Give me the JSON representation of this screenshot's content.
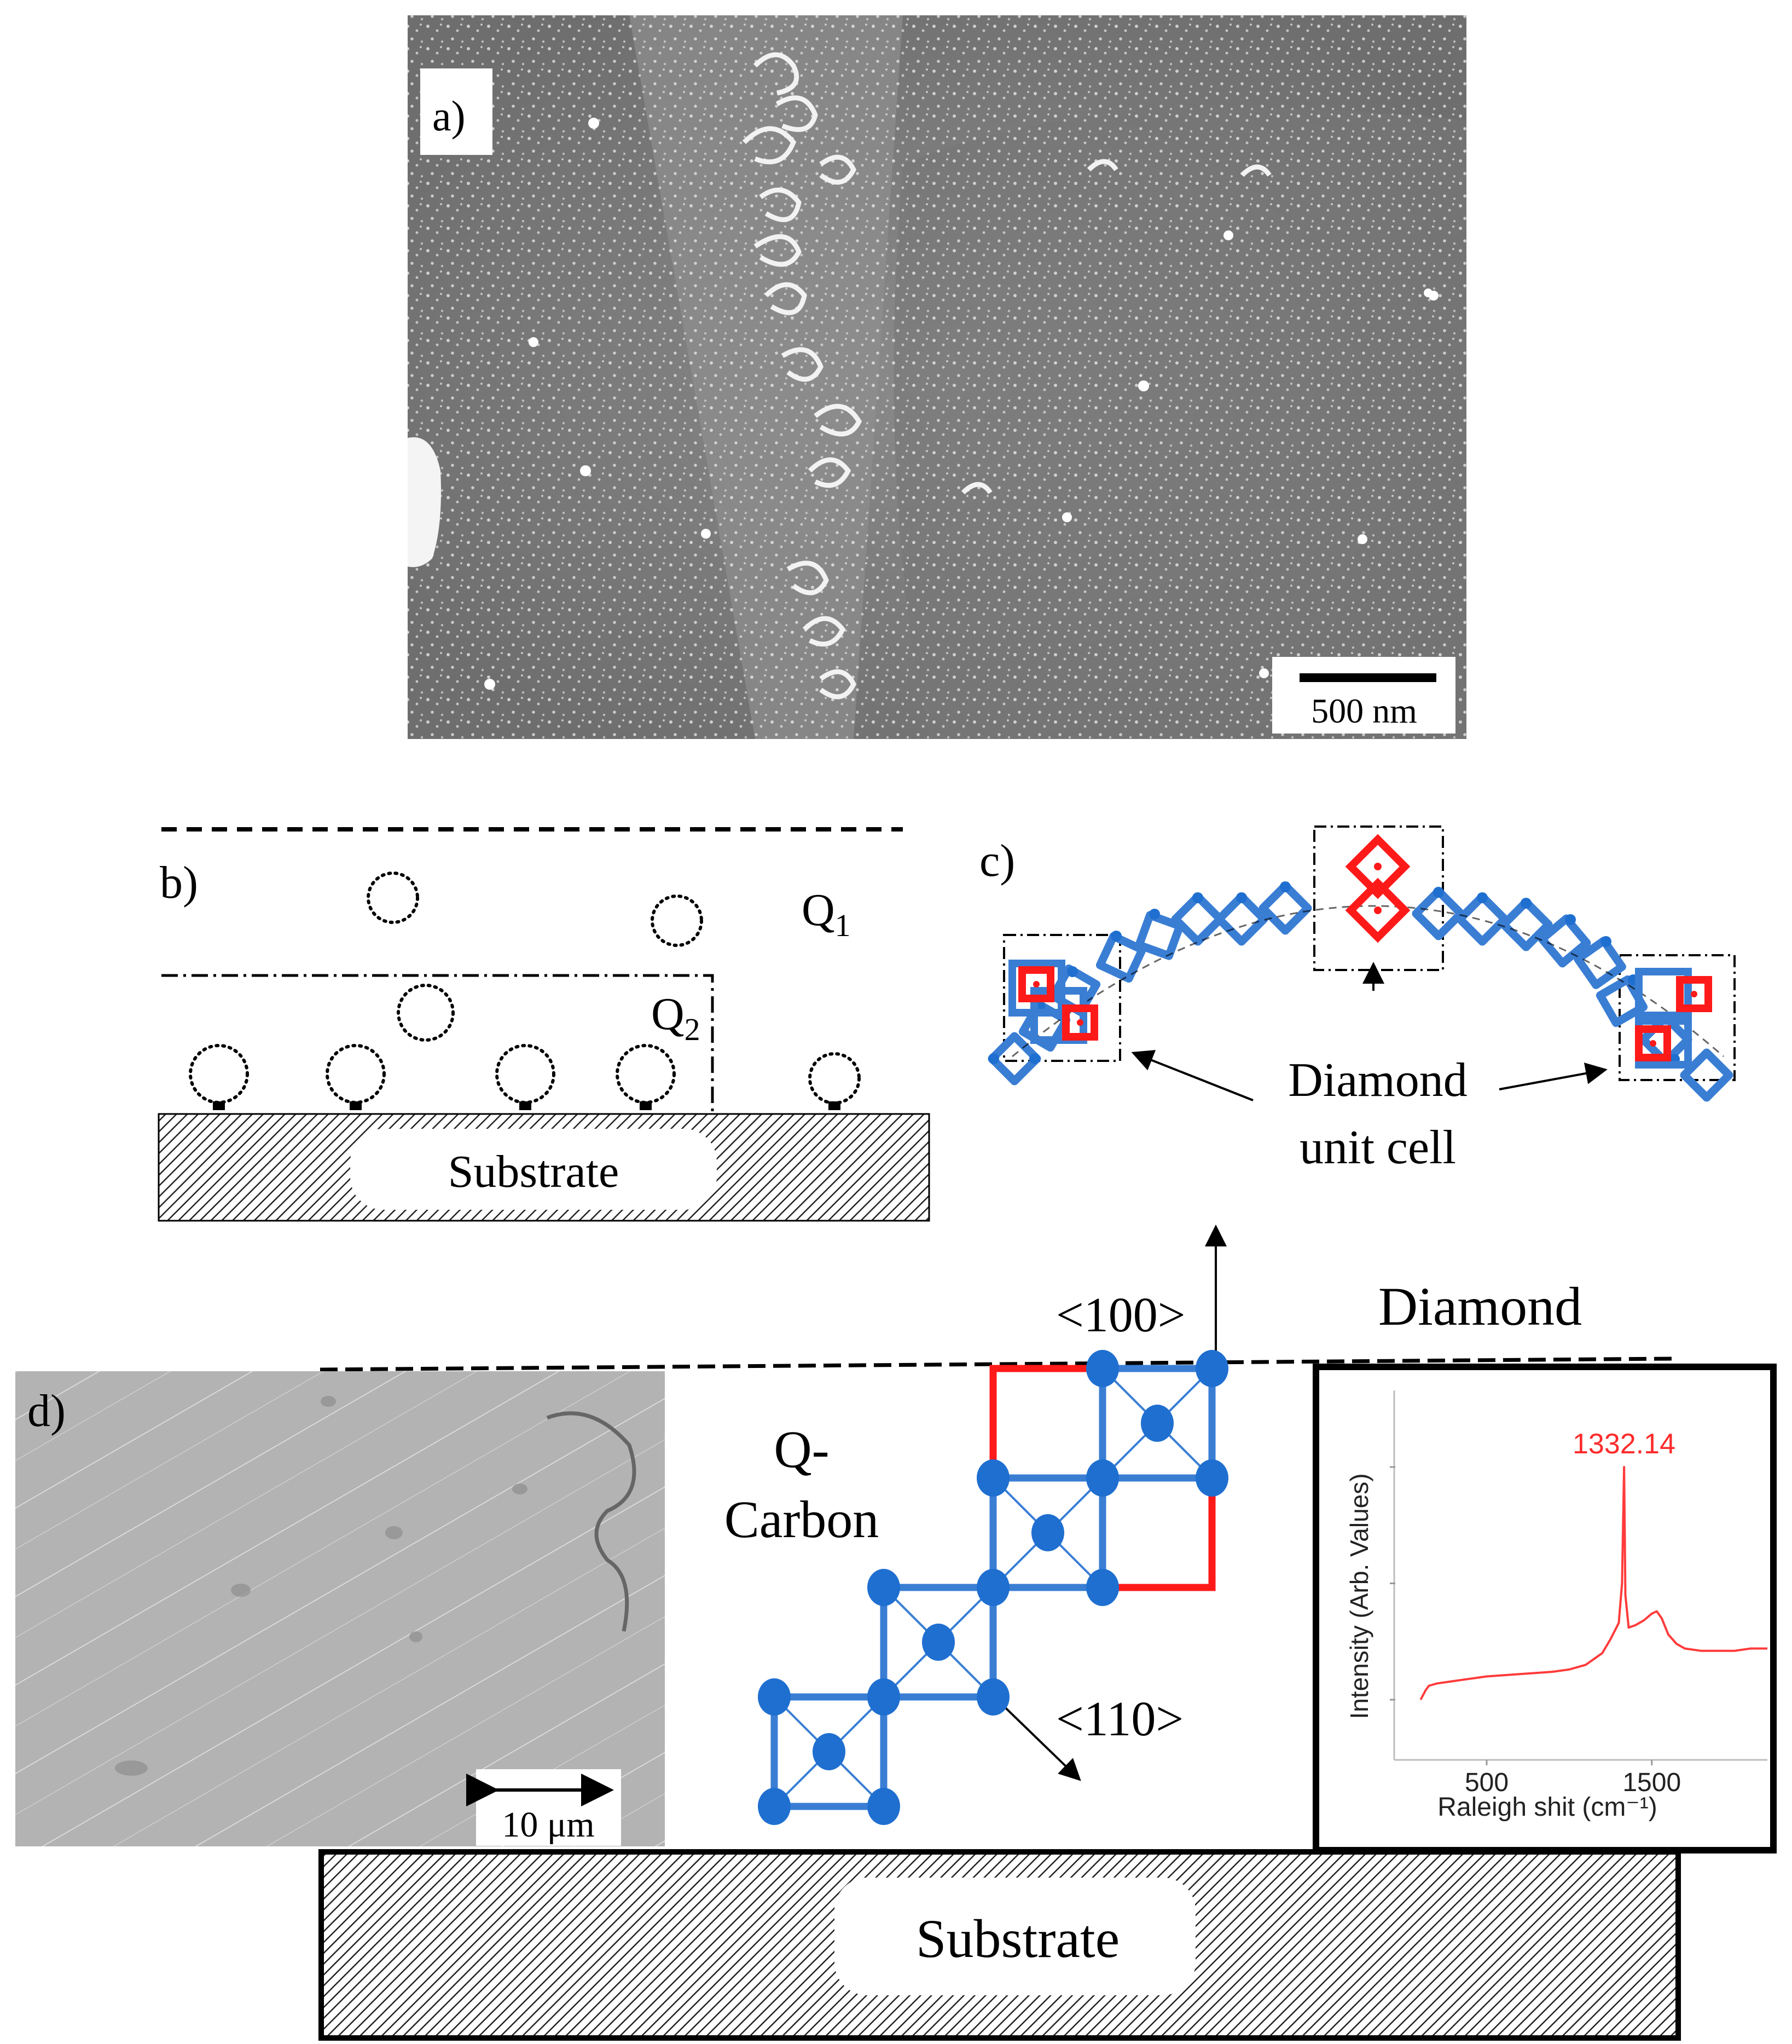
{
  "panel_a": {
    "label": "a)",
    "scale_bar": "500 nm"
  },
  "panel_b": {
    "label": "b)",
    "q1_main": "Q",
    "q1_sub": "1",
    "q2_main": "Q",
    "q2_sub": "2",
    "substrate": "Substrate"
  },
  "panel_c": {
    "label": "c)",
    "caption_line1": "Diamond",
    "caption_line2": "unit cell"
  },
  "panel_d": {
    "label": "d)",
    "scale_bar": "10 μm",
    "direction_100": "<100>",
    "direction_110": "<110>",
    "diamond": "Diamond",
    "qcarbon_line1": "Q-",
    "qcarbon_line2": "Carbon",
    "substrate": "Substrate"
  },
  "chart_data": {
    "type": "line",
    "title": "",
    "xlabel": "Raleigh shit (cm⁻¹)",
    "ylabel": "Intensity (Arb. Values)",
    "xticks": [
      "500",
      "1500"
    ],
    "xlim": [
      -60,
      2200
    ],
    "ylim": [
      0,
      1
    ],
    "peak_label": "1332.14",
    "peak_x": 1332.14,
    "line_color": "#ff3b3b",
    "series": [
      {
        "x": [
          100,
          130,
          150,
          200,
          300,
          500,
          700,
          900,
          1000,
          1100,
          1200,
          1250,
          1300,
          1320,
          1332,
          1340,
          1360,
          1400,
          1450,
          1500,
          1530,
          1560,
          1600,
          1650,
          1700,
          1800,
          1900,
          2000,
          2100,
          2200
        ],
        "y": [
          0.0,
          0.04,
          0.06,
          0.07,
          0.08,
          0.1,
          0.11,
          0.12,
          0.13,
          0.15,
          0.2,
          0.26,
          0.33,
          0.5,
          1.0,
          0.45,
          0.31,
          0.32,
          0.34,
          0.37,
          0.38,
          0.35,
          0.28,
          0.24,
          0.22,
          0.21,
          0.21,
          0.21,
          0.22,
          0.22
        ]
      }
    ]
  },
  "colors": {
    "blue_lattice": "#3a7ed4",
    "blue_atom": "#1f6fd0",
    "red_cell": "#ff1a1a",
    "sem_gray": "#7b7b7b"
  }
}
